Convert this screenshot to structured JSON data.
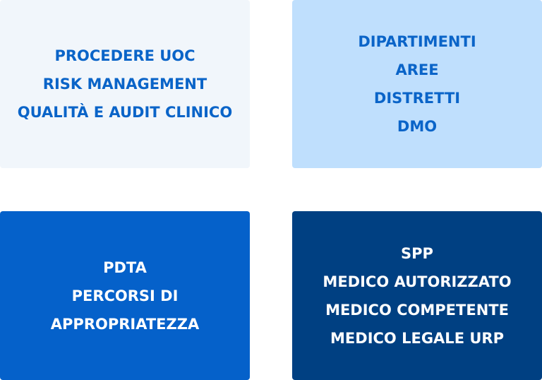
{
  "colors": {
    "tile_light_bg": "#f1f6fb",
    "tile_sky_bg": "#bfdffd",
    "tile_blue_bg": "#0561ca",
    "tile_navy_bg": "#004082",
    "text_blue": "#0a64c8",
    "text_white": "#ffffff"
  },
  "tiles": [
    {
      "lines": [
        "PROCEDERE UOC",
        "RISK MANAGEMENT",
        "QUALITÀ E AUDIT CLINICO"
      ]
    },
    {
      "lines": [
        "DIPARTIMENTI",
        "AREE",
        "DISTRETTI",
        "DMO"
      ]
    },
    {
      "lines": [
        "PDTA",
        "PERCORSI DI",
        "APPROPRIATEZZA"
      ]
    },
    {
      "lines": [
        "SPP",
        "MEDICO AUTORIZZATO",
        "MEDICO COMPETENTE",
        "MEDICO LEGALE URP"
      ]
    }
  ]
}
